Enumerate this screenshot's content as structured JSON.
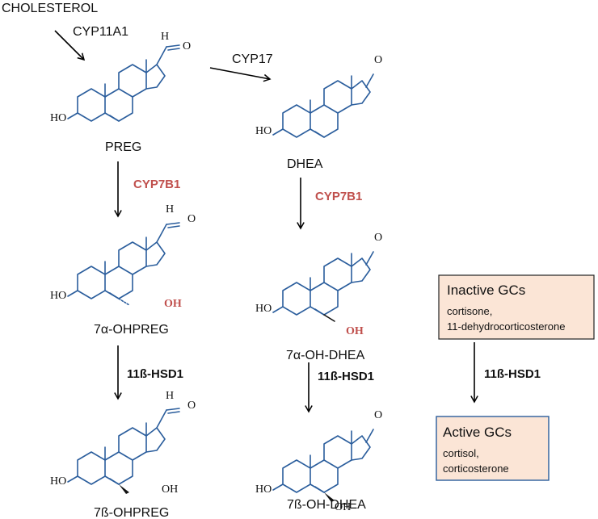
{
  "top_label": "CHOLESTEROL",
  "enzymes": {
    "cyp11a1": "CYP11A1",
    "cyp17": "CYP17",
    "cyp7b1_left": "CYP7B1",
    "cyp7b1_mid": "CYP7B1",
    "hsd_left": "11ß-HSD1",
    "hsd_mid": "11ß-HSD1",
    "hsd_right": "11ß-HSD1"
  },
  "compounds": {
    "preg": "PREG",
    "dhea": "DHEA",
    "oh7a_preg": "7α-OHPREG",
    "oh7a_dhea": "7α-OH-DHEA",
    "oh7b_preg": "7ß-OHPREG",
    "oh7b_dhea": "7ß-OH-DHEA"
  },
  "atoms": {
    "ho": "HO",
    "oh": "OH",
    "o": "O",
    "h": "H"
  },
  "inactive_box": {
    "title": "Inactive GCs",
    "line1": "cortisone,",
    "line2": "11-dehydrocorticosterone"
  },
  "active_box": {
    "title": "Active GCs",
    "line1": "cortisol,",
    "line2": "corticosterone"
  },
  "colors": {
    "structure": "#2a5d9c",
    "enzyme_highlight": "#c0504d",
    "box_fill": "#fbe5d6",
    "inactive_border": "#222222",
    "active_border": "#2a5d9c"
  }
}
